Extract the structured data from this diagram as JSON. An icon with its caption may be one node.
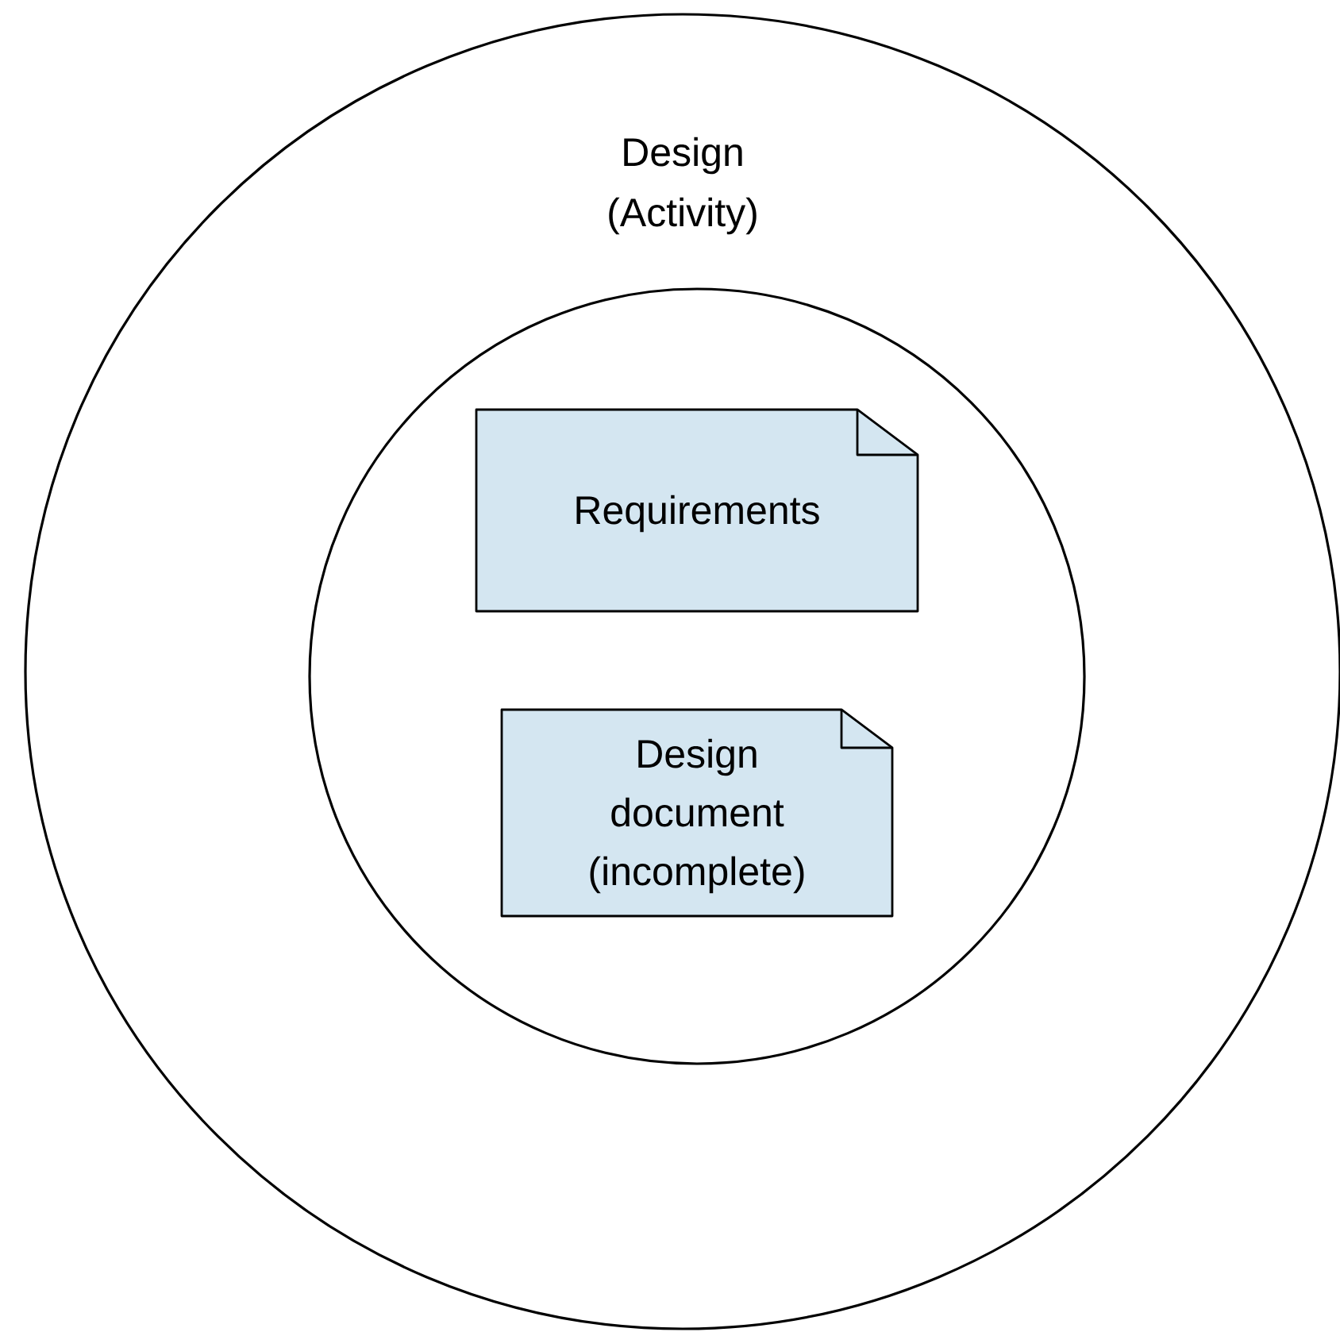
{
  "diagram": {
    "nodes": [
      {
        "text": [
          "Design (Activity)"
        ]
      },
      {
        "text": [],
        "shape": "circle",
        "in": 0
      },
      {
        "text": [
          "Requirements"
        ],
        "in": 1
      },
      {
        "text": [
          "Design document (incomplete)"
        ],
        "in": 1
      }
    ]
  }
}
